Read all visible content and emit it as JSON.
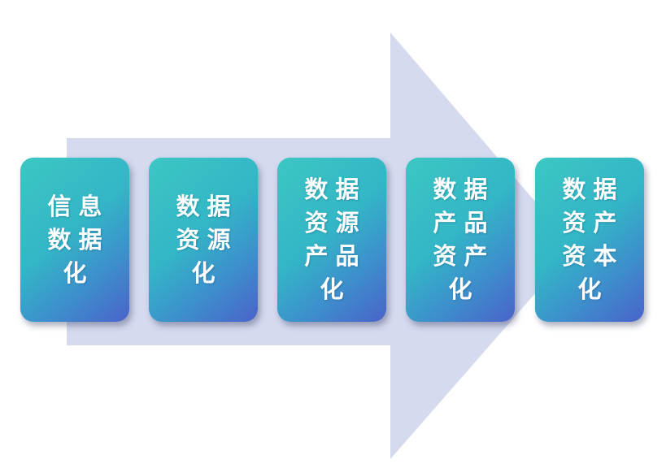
{
  "diagram": {
    "arrow_color": "#d5daef",
    "steps": [
      {
        "lines": [
          "信息",
          "数据",
          "化"
        ]
      },
      {
        "lines": [
          "数据",
          "资源",
          "化"
        ]
      },
      {
        "lines": [
          "数据",
          "资源",
          "产品",
          "化"
        ]
      },
      {
        "lines": [
          "数据",
          "产品",
          "资产",
          "化"
        ]
      },
      {
        "lines": [
          "数据",
          "资产",
          "资本",
          "化"
        ]
      }
    ]
  }
}
